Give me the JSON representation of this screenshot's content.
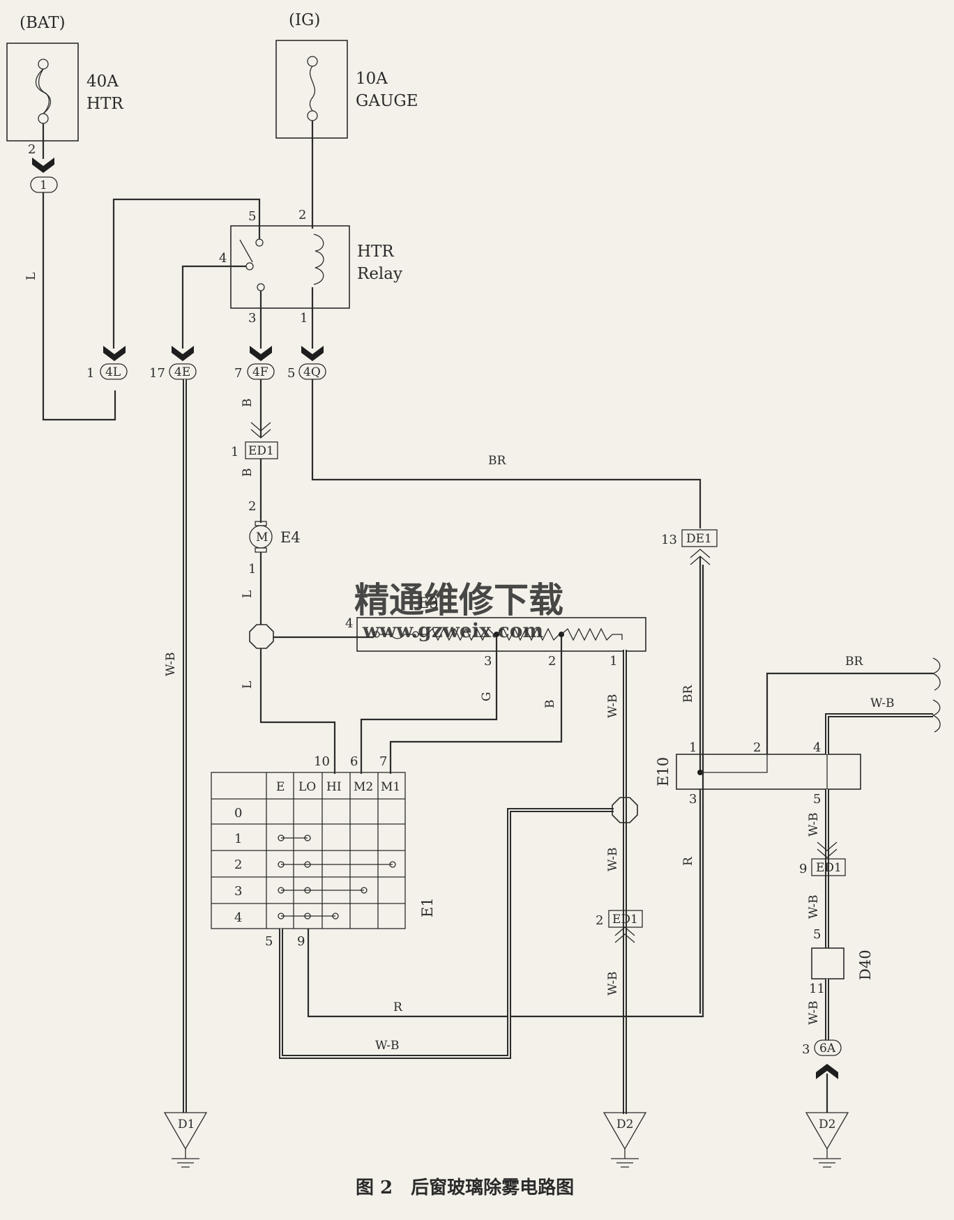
{
  "sources": {
    "bat": "(BAT)",
    "ig": "(IG)"
  },
  "fuses": {
    "htr": {
      "rating": "40A",
      "name": "HTR"
    },
    "gauge": {
      "rating": "10A",
      "name": "GAUGE"
    }
  },
  "relay": {
    "name_line1": "HTR",
    "name_line2": "Relay",
    "pins": [
      "5",
      "2",
      "4",
      "3",
      "1"
    ]
  },
  "connectors": {
    "c1": "1",
    "pin_c1": "2",
    "c4L": "4L",
    "pin_4L": "1",
    "c4E": "4E",
    "pin_4E": "17",
    "c4F": "4F",
    "pin_4F": "7",
    "c4Q": "4Q",
    "pin_4Q": "5",
    "ed1_top": "ED1",
    "pin_ed1_top": "1",
    "de1": "DE1",
    "pin_de1": "13",
    "ed1_mid": "ED1",
    "pin_ed1_mid": "2",
    "ed1_right": "ED1",
    "pin_ed1_right": "9",
    "c6A": "6A",
    "pin_6A": "3"
  },
  "motor": {
    "symbol": "M",
    "name": "E4",
    "pin_top": "2",
    "pin_bottom": "1"
  },
  "resistor": {
    "name": "E3",
    "pins": [
      "4",
      "3",
      "2",
      "1"
    ]
  },
  "switch": {
    "name": "E1",
    "columns": [
      "E",
      "LO",
      "HI",
      "M2",
      "M1"
    ],
    "positions": [
      "0",
      "1",
      "2",
      "3",
      "4"
    ],
    "top_pins": [
      "10",
      "6",
      "7"
    ],
    "bottom_pins": [
      "5",
      "9"
    ]
  },
  "e10": {
    "name": "E10",
    "pins": [
      "1",
      "2",
      "4",
      "3",
      "5"
    ]
  },
  "d40": {
    "name": "D40",
    "pins": [
      "5",
      "11"
    ]
  },
  "grounds": {
    "g1": "D1",
    "g2": "D2",
    "g3": "D2"
  },
  "wire_colors": {
    "l": "L",
    "b": "B",
    "br": "BR",
    "g": "G",
    "wb": "W-B",
    "r": "R"
  },
  "watermark": {
    "cn": "精通维修下载",
    "url": "www.gzweix.com"
  },
  "caption": "图 2　后窗玻璃除雾电路图"
}
